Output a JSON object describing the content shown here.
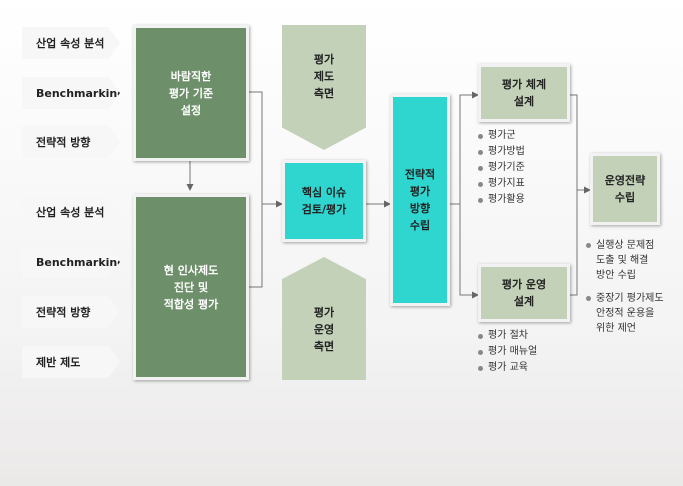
{
  "left_group1": [
    "산업 속성 분석",
    "Benchmarking",
    "전략적 방향"
  ],
  "left_group2": [
    "산업 속성 분석",
    "Benchmarking",
    "전략적 방향",
    "제반 제도"
  ],
  "box_desired": "바람직한\n평가 기준\n설정",
  "box_current": "현 인사제도\n진단 및\n적합성 평가",
  "box_system_side": "평가\n제도\n측면",
  "box_core_issue": "핵심 이슈\n검토/평가",
  "box_operation_side": "평가\n운영\n측면",
  "box_strategy": "전략적\n평가\n방향\n수립",
  "box_design": "평가 체계\n설계",
  "design_items": [
    "평가군",
    "평가방법",
    "평가기준",
    "평가지표",
    "평가활용"
  ],
  "box_ops_design": "평가 운영\n설계",
  "ops_items": [
    "평가 절차",
    "평가 매뉴얼",
    "평가 교육"
  ],
  "box_ops_strategy": "운영전략\n수립",
  "ops_strategy_notes": [
    "실행상 문제점\n도출 및 해결\n방안 수립",
    "중장기 평가제도\n안정적 운용을\n위한 제언"
  ],
  "colors": {
    "dark_green": "#6d8f6a",
    "light_green": "#c2d1b8",
    "cyan": "#2fd6d0"
  }
}
